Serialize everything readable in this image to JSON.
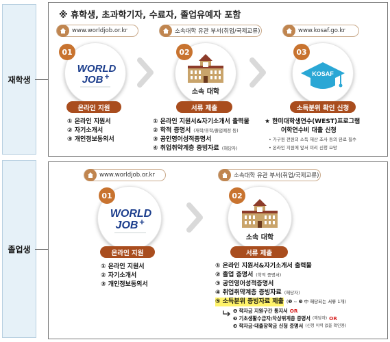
{
  "sections": {
    "enrolled": "재학생",
    "graduated": "졸업생"
  },
  "note": "※ 휴학생, 초과학기자, 수료자, 졸업유예자 포함",
  "enrolled": {
    "steps": [
      {
        "number": "01",
        "url": "www.worldjob.or.kr",
        "logo": "WORLD JOB+",
        "pill": "온라인 지원",
        "items": [
          "① 온라인 지원서",
          "② 자기소개서",
          "③ 개인정보동의서"
        ]
      },
      {
        "number": "02",
        "url": "소속대학 유관 부서(취업/국제교류)",
        "logo": "소속 대학",
        "pill": "서류 제출",
        "items": [
          {
            "text": "① 온라인 지원서&자기소개서 출력물",
            "sub": ""
          },
          {
            "text": "② 학적 증명서",
            "sub": "(재학/휴학/졸업예정 등)"
          },
          {
            "text": "③ 공인영어성적증명서",
            "sub": ""
          },
          {
            "text": "④ 취업취약계층 증빙자료",
            "sub": "(해당자)"
          }
        ]
      },
      {
        "number": "03",
        "url": "www.kosaf.go.kr",
        "logo": "KOSAF",
        "pill": "소득분위 확인 신청",
        "items": [
          "★ 한미대학생연수(WEST)프로그램",
          "어학연수비 대출 신청",
          "• 가구원 전원의 소득 재산 조사 동의 완료 필수",
          "• 온라인 지원에 앞서 미리 신청 요망"
        ]
      }
    ]
  },
  "graduated": {
    "steps": [
      {
        "number": "01",
        "url": "www.worldjob.or.kr",
        "logo": "WORLD JOB+",
        "pill": "온라인 지원",
        "items": [
          "① 온라인 지원서",
          "② 자기소개서",
          "③ 개인정보동의서"
        ]
      },
      {
        "number": "02",
        "url": "소속대학 유관 부서(취업/국제교류)",
        "logo": "소속 대학",
        "pill": "서류 제출",
        "items": [
          {
            "text": "① 온라인 지원서&자기소개서 출력물",
            "sub": ""
          },
          {
            "text": "② 졸업 증명서",
            "sub": "(학적 증명서)"
          },
          {
            "text": "③ 공인영어성적증명서",
            "sub": ""
          },
          {
            "text": "④ 취업취약계층 증빙자료",
            "sub": "(해당자)"
          },
          {
            "text": "⑤ 소득분위 증빙자료 제출",
            "sub": "(❶ ~ ❸ 中 해당되는 서류 1개)"
          }
        ],
        "subitems": [
          {
            "text": "❶ 학자금 지원구간 통지서",
            "sub": "",
            "or": "OR"
          },
          {
            "text": "❷ 기초생활수급자/차상위계층 증명서",
            "sub": "(해당자)",
            "or": "OR"
          },
          {
            "text": "❸ 학자금·대출장학금 신청 증명서",
            "sub": "(신청 이력 없을 확인용)",
            "or": ""
          }
        ]
      }
    ]
  },
  "colors": {
    "accent": "#c8732f",
    "pill": "#a94d1e",
    "label_bg": "#e6f1f8",
    "kosaf": "#2aa7d5",
    "worldjob": "#1b3d8c",
    "highlight": "#fff36a",
    "or": "#d61f1f"
  },
  "icons": [
    "home-icon",
    "chevron-right-icon",
    "graduation-cap-icon",
    "university-building-icon",
    "arrow-icon"
  ]
}
